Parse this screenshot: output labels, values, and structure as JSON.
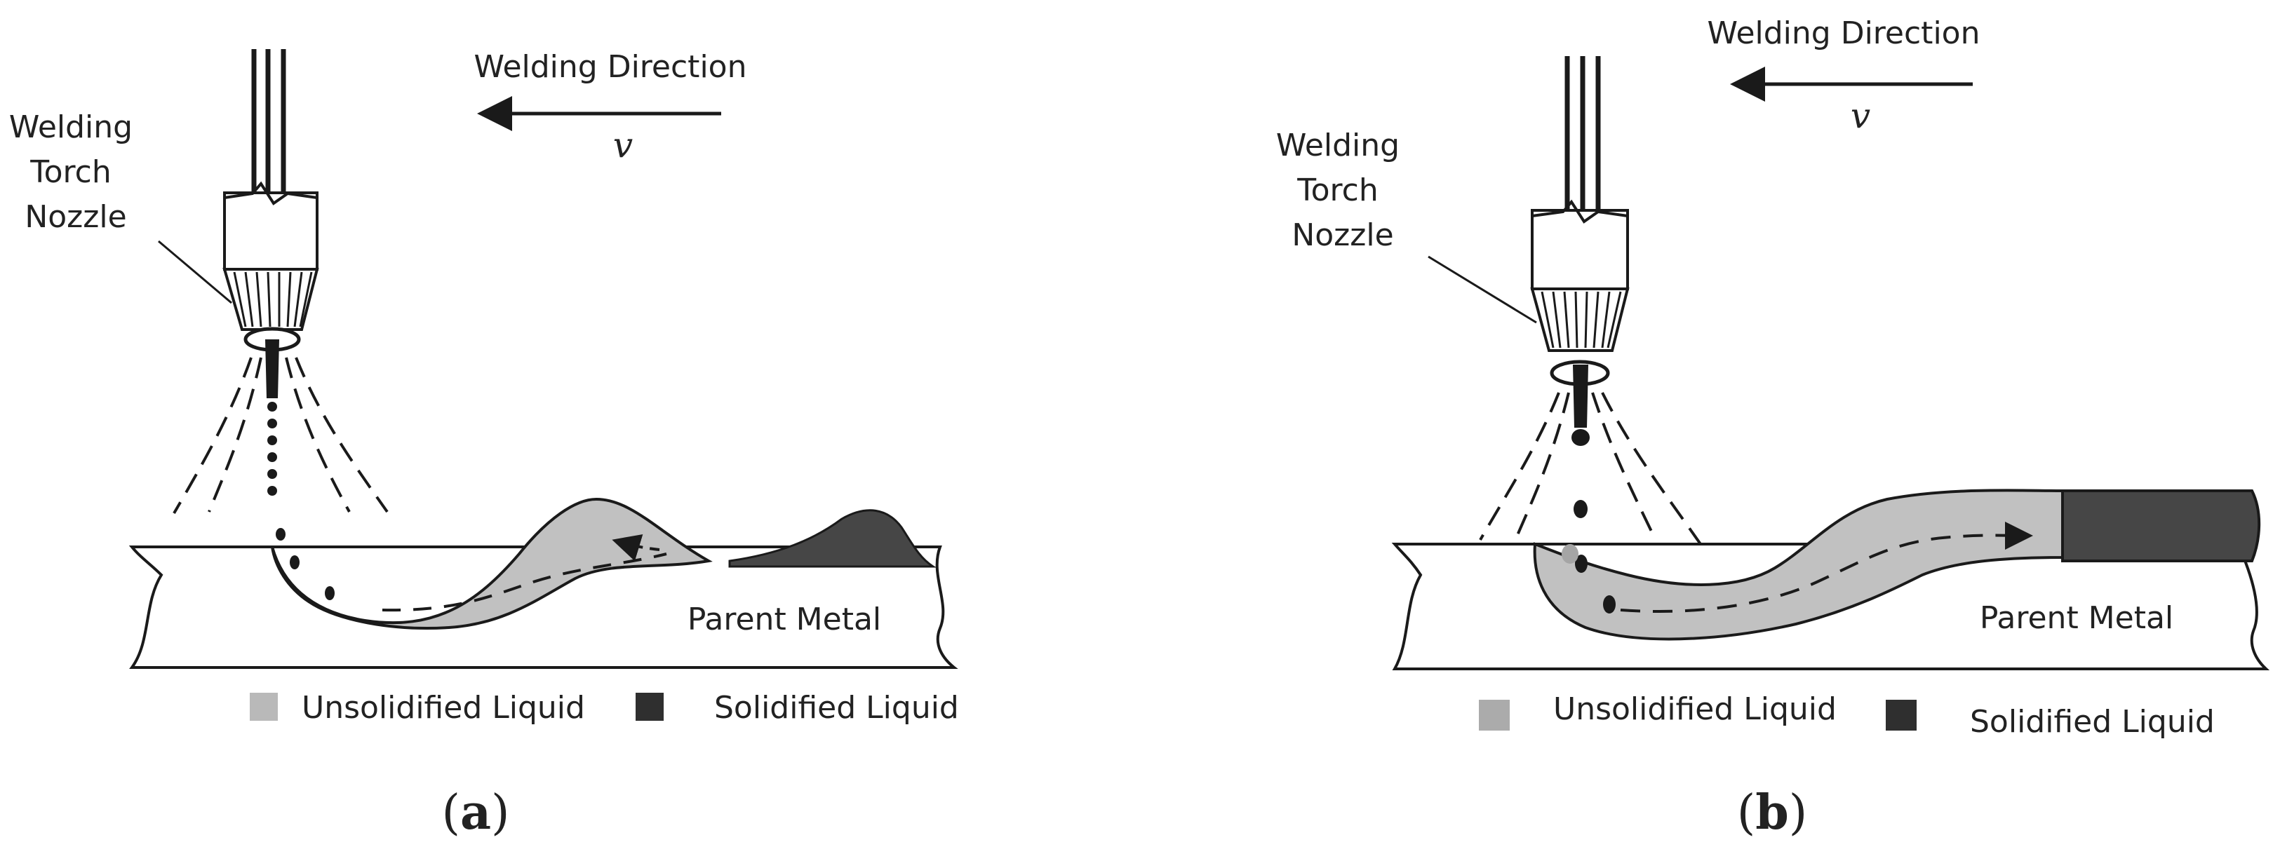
{
  "colors": {
    "unsolidified": "#c1c1c1",
    "solidified": "#464646",
    "ink": "#1a1a1a",
    "legend_unsolidified_a": "#b9b9b9",
    "legend_unsolidified_b": "#ababab",
    "legend_solidified": "#2f2f2f"
  },
  "panels": [
    {
      "direction_label": "Welding Direction",
      "velocity_symbol": "v",
      "nozzle_label_lines": [
        "Welding",
        "Torch",
        "Nozzle"
      ],
      "base_label": "Parent Metal",
      "legend": {
        "unsolidified": "Unsolidified Liquid",
        "solidified": "Solidified Liquid"
      },
      "caption_open": "(",
      "caption_letter": "a",
      "caption_close": ")"
    },
    {
      "direction_label": "Welding Direction",
      "velocity_symbol": "v",
      "nozzle_label_lines": [
        "Welding",
        "Torch",
        "Nozzle"
      ],
      "base_label": "Parent Metal",
      "legend": {
        "unsolidified": "Unsolidified Liquid",
        "solidified": "Solidified Liquid"
      },
      "caption_open": "(",
      "caption_letter": "b",
      "caption_close": ")"
    }
  ]
}
